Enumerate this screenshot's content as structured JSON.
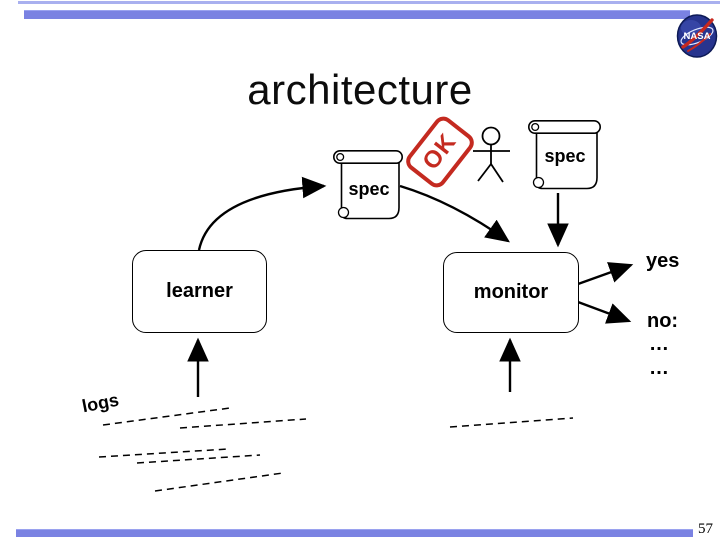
{
  "slide": {
    "title": "architecture",
    "page_number": "57",
    "accent_bar_color": "#7a82e2",
    "nasa_logo_text": "NASA"
  },
  "diagram": {
    "stamp_label": "OK",
    "stamp_color": "#c42a20",
    "spec_left_label": "spec",
    "spec_right_label": "spec",
    "learner_label": "learner",
    "monitor_label": "monitor",
    "yes_label": "yes",
    "no_label": "no:",
    "ellipsis_line_1": "…",
    "ellipsis_line_2": "…",
    "logs_label": "logs"
  }
}
